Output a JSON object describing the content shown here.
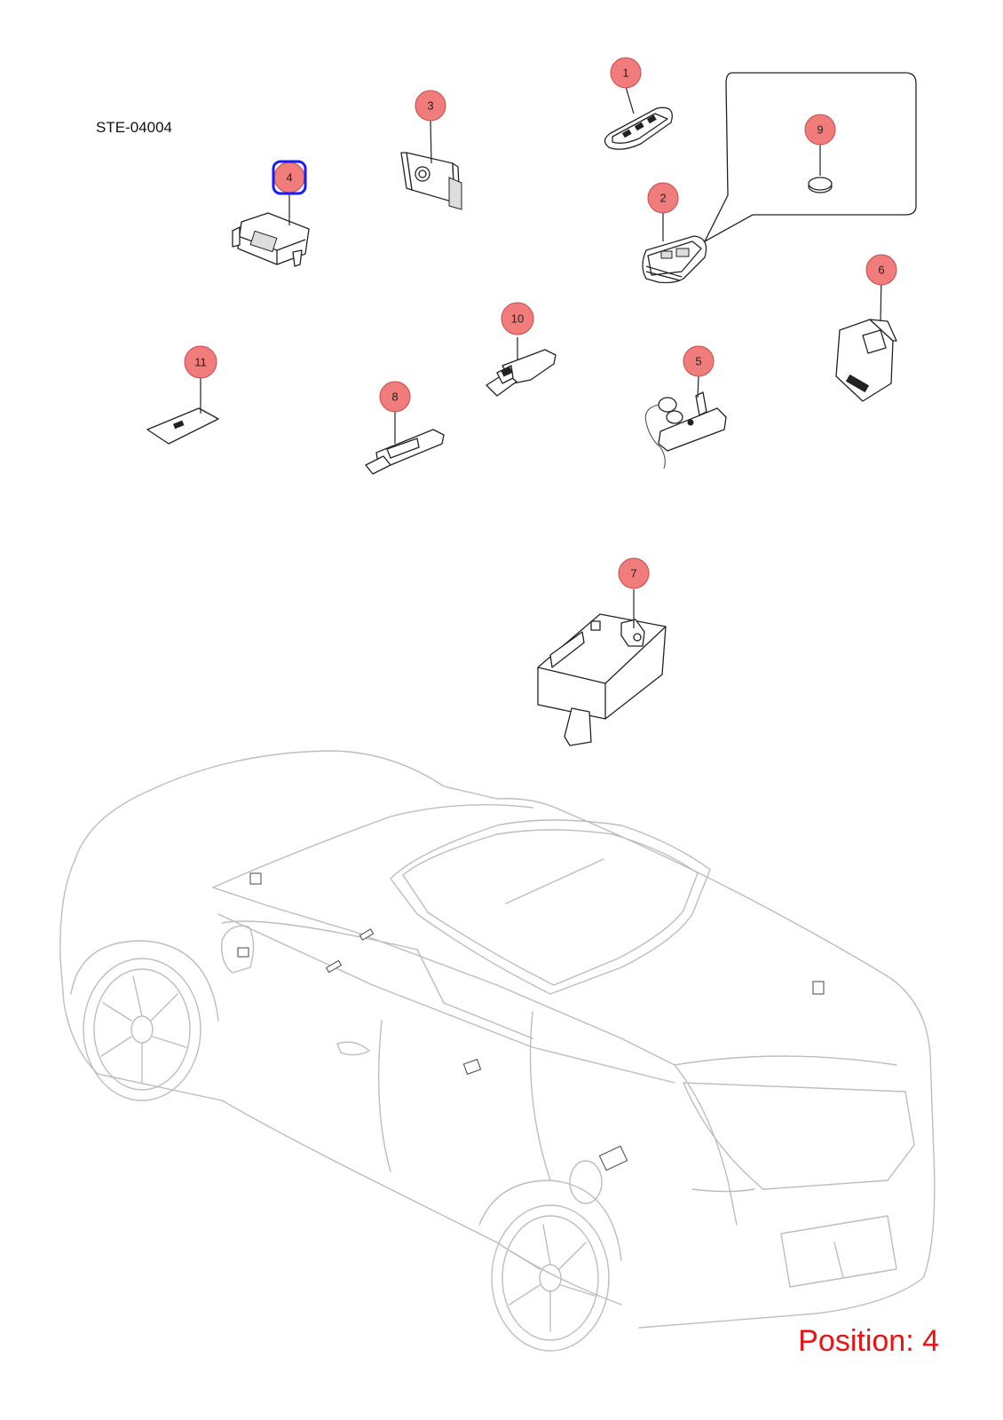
{
  "drawing_code": "STE-04004",
  "position_label": "Position: 4",
  "selected_callout": "4",
  "callouts": [
    {
      "id": "c1",
      "label": "1"
    },
    {
      "id": "c2",
      "label": "2"
    },
    {
      "id": "c3",
      "label": "3"
    },
    {
      "id": "c4",
      "label": "4"
    },
    {
      "id": "c5",
      "label": "5"
    },
    {
      "id": "c6",
      "label": "6"
    },
    {
      "id": "c7",
      "label": "7"
    },
    {
      "id": "c8",
      "label": "8"
    },
    {
      "id": "c9",
      "label": "9"
    },
    {
      "id": "c10",
      "label": "10"
    },
    {
      "id": "c11",
      "label": "11"
    }
  ],
  "colors": {
    "callout_fill": "#f07c7c",
    "highlight": "#1a1aff",
    "position_text": "#ee1111",
    "car_outline": "#bdbdbd"
  }
}
